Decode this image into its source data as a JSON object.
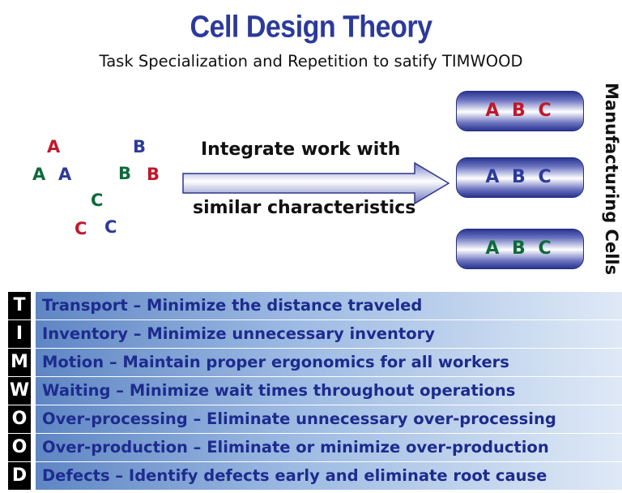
{
  "header": {
    "title": "Cell Design Theory",
    "subtitle": "Task Specialization and Repetition to satify TIMWOOD"
  },
  "scatter_letters": [
    {
      "text": "A",
      "color": "red"
    },
    {
      "text": "A",
      "color": "green"
    },
    {
      "text": "A",
      "color": "blue"
    },
    {
      "text": "B",
      "color": "blue"
    },
    {
      "text": "B",
      "color": "green"
    },
    {
      "text": "B",
      "color": "red"
    },
    {
      "text": "C",
      "color": "green"
    },
    {
      "text": "C",
      "color": "red"
    },
    {
      "text": "C",
      "color": "blue"
    }
  ],
  "arrow_text": {
    "line1": "Integrate work with",
    "line2": "similar characteristics"
  },
  "cells": [
    {
      "label": "A B C",
      "color": "#c0182b"
    },
    {
      "label": "A B C",
      "color": "#2b3a9a"
    },
    {
      "label": "A B C",
      "color": "#0f6a3a"
    }
  ],
  "cells_label": "Manufacturing Cells",
  "timwood": [
    {
      "letter": "T",
      "text": "Transport – Minimize the distance traveled"
    },
    {
      "letter": "I",
      "text": "Inventory – Minimize unnecessary inventory"
    },
    {
      "letter": "M",
      "text": "Motion – Maintain proper ergonomics for all workers"
    },
    {
      "letter": "W",
      "text": "Waiting – Minimize wait times throughout operations"
    },
    {
      "letter": "O",
      "text": "Over-processing – Eliminate unnecessary over-processing"
    },
    {
      "letter": "O",
      "text": "Over-production – Eliminate or minimize over-production"
    },
    {
      "letter": "D",
      "text": "Defects – Identify defects early and eliminate root cause"
    }
  ],
  "colors": {
    "title_blue": "#2b3a9a",
    "red": "#c0182b",
    "blue": "#2b3a9a",
    "green": "#0f6a3a"
  }
}
